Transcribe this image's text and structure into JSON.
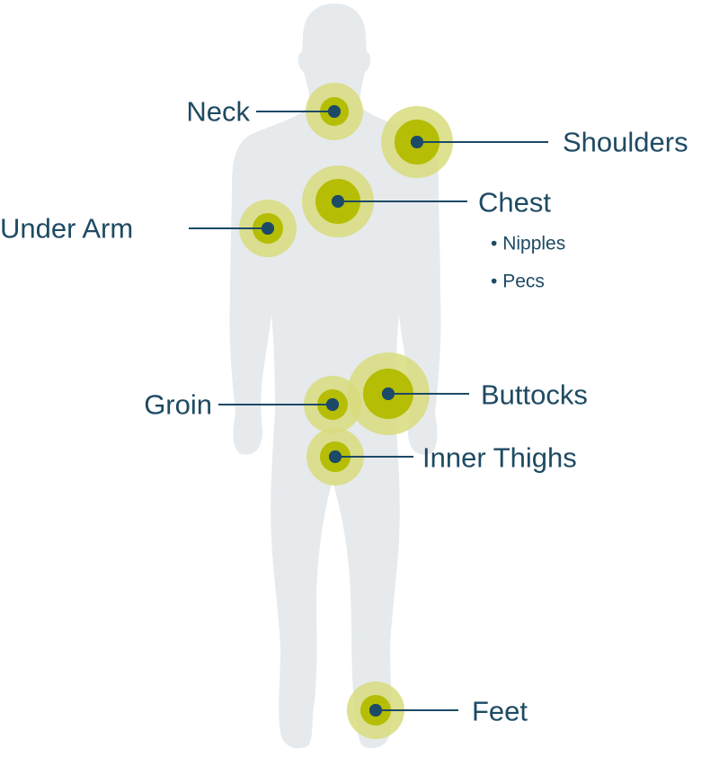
{
  "colors": {
    "body": "#e6eaed",
    "outer_ring": "#d7dc7c",
    "inner_ring": "#b5bd05",
    "dot": "#1d4a66",
    "text": "#1e4a63"
  },
  "labels": {
    "neck": "Neck",
    "shoulders": "Shoulders",
    "chest": "Chest",
    "chest_sub": [
      "Nipples",
      "Pecs"
    ],
    "under_arm": "Under Arm",
    "groin": "Groin",
    "buttocks": "Buttocks",
    "inner_thighs": "Inner Thighs",
    "feet": "Feet"
  },
  "bullet": "•"
}
